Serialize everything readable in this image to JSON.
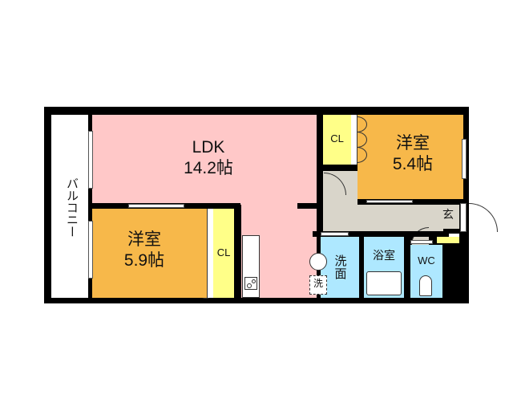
{
  "floorplan": {
    "rooms": [
      {
        "id": "ldk",
        "name": "LDK",
        "size": "14.2帖",
        "color": "#ffc8c8"
      },
      {
        "id": "western1",
        "name": "洋室",
        "size": "5.9帖",
        "color": "#f7b84a"
      },
      {
        "id": "western2",
        "name": "洋室",
        "size": "5.4帖",
        "color": "#f7b84a"
      },
      {
        "id": "closet1",
        "name": "CL",
        "color": "#ffff88"
      },
      {
        "id": "closet2",
        "name": "CL",
        "color": "#ffff88"
      },
      {
        "id": "washroom",
        "name": "洗\n面",
        "color": "#aee8ff"
      },
      {
        "id": "bathroom",
        "name": "浴室",
        "color": "#aee8ff"
      },
      {
        "id": "toilet",
        "name": "WC",
        "color": "#aee8ff"
      },
      {
        "id": "entrance",
        "name": "玄",
        "color": "#d9d5ca"
      },
      {
        "id": "hallway",
        "name": "",
        "color": "#d9d5ca"
      },
      {
        "id": "balcony",
        "name": "バルコニー",
        "color": "#ffffff"
      }
    ],
    "fixtures": {
      "washer_label": "洗"
    },
    "colors": {
      "wall": "#000000",
      "shoe_box": "#ffff88"
    }
  }
}
